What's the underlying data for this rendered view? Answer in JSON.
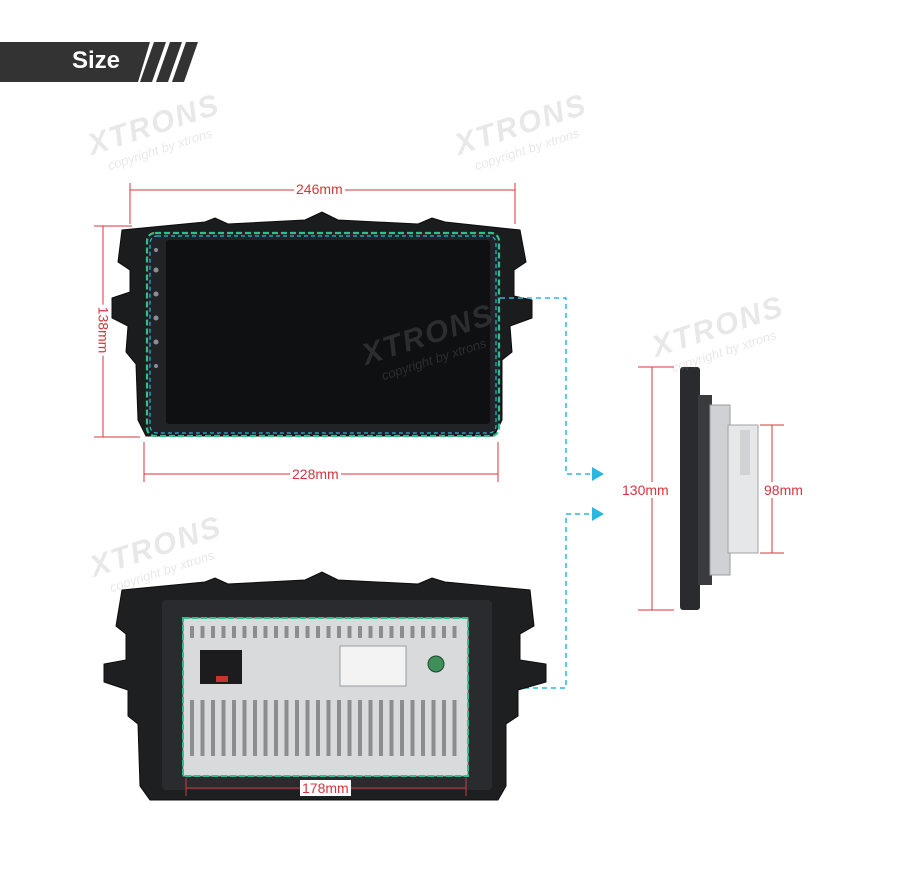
{
  "header": {
    "title": "Size"
  },
  "dimensions": {
    "front_width": "246mm",
    "front_height": "138mm",
    "screen_width": "228mm",
    "side_height": "130mm",
    "side_depth": "98mm",
    "back_width": "178mm"
  },
  "watermark": {
    "brand": "XTRONS",
    "copyright": "copyright by xtrons"
  },
  "colors": {
    "dimension_line": "#d8343c",
    "guide_line": "#2bb7e0",
    "outline": "#2fbf8a",
    "banner": "#333333"
  }
}
